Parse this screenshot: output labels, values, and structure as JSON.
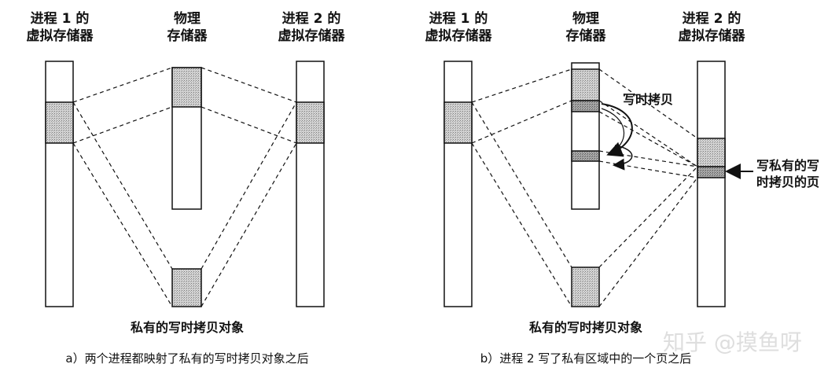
{
  "panel_a": {
    "p1_label_line1": "进程 1 的",
    "p1_label_line2": "虚拟存储器",
    "phys_label_line1": "物理",
    "phys_label_line2": "存储器",
    "p2_label_line1": "进程 2 的",
    "p2_label_line2": "虚拟存储器",
    "object_label": "私有的写时拷贝对象",
    "caption": "a）两个进程都映射了私有的写时拷贝对象之后"
  },
  "panel_b": {
    "p1_label_line1": "进程 1 的",
    "p1_label_line2": "虚拟存储器",
    "phys_label_line1": "物理",
    "phys_label_line2": "存储器",
    "p2_label_line1": "进程 2 的",
    "p2_label_line2": "虚拟存储器",
    "copy_on_write_label": "写时拷贝",
    "written_page_line1": "写私有的写",
    "written_page_line2": "时拷贝的页",
    "object_label": "私有的写时拷贝对象",
    "caption": "b）进程 2 写了私有区域中的一个页之后"
  },
  "watermark": "知乎 @摸鱼呀",
  "colors": {
    "line": "#111111",
    "shade": "#c8c8c8",
    "shade_dark": "#9a9a9a"
  }
}
